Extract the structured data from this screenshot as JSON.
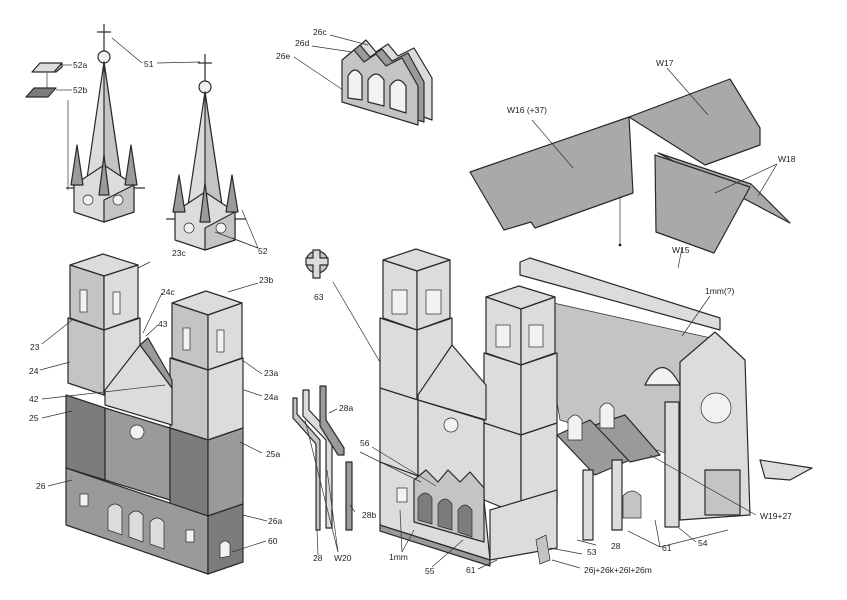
{
  "diagram": {
    "title": "Cathedral paper model assembly diagram",
    "groups": {
      "spire_bases": {
        "labels": [
          "52a",
          "52b"
        ]
      },
      "spires": {
        "labels": [
          "51",
          "52"
        ]
      },
      "portal_frame": {
        "labels": [
          "26c",
          "26d",
          "26e"
        ]
      },
      "roof_panels": {
        "labels": [
          "W16 (+37)",
          "W17",
          "W18",
          "W15"
        ]
      },
      "facade": {
        "labels": [
          "23c",
          "23b",
          "24c",
          "43",
          "23",
          "23a",
          "24",
          "24a",
          "42",
          "25",
          "25a",
          "26",
          "26a",
          "60"
        ]
      },
      "small_parts": {
        "labels": [
          "63",
          "28a",
          "28b",
          "28",
          "W20"
        ]
      },
      "church_body": {
        "labels": [
          "1mm(?)",
          "56",
          "1mm",
          "55",
          "61",
          "53",
          "28",
          "26j+26k+26l+26m",
          "61",
          "54",
          "W19+27"
        ]
      }
    }
  }
}
